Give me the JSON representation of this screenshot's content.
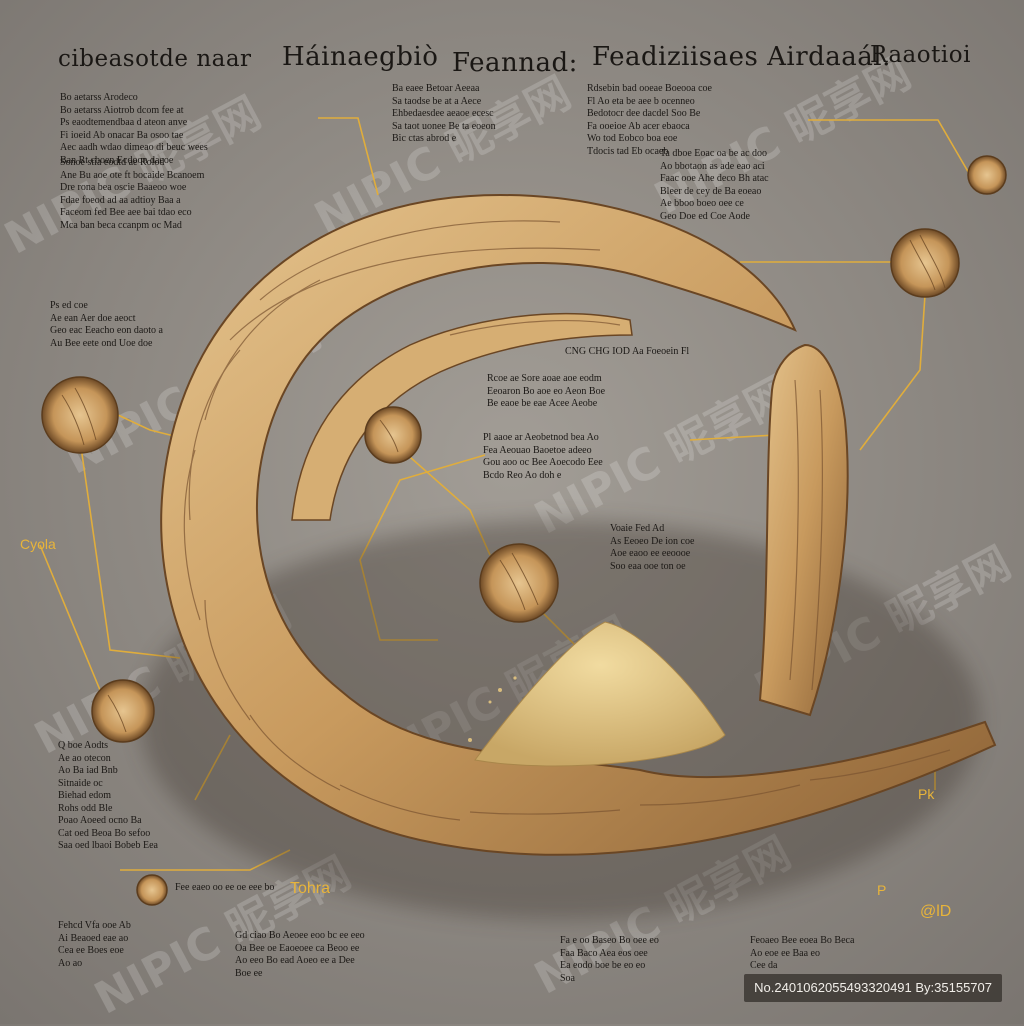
{
  "title": {
    "part1": "cibeasotde naar",
    "part2": "Háinaegbiò",
    "part3": "Feannad:",
    "part4": "Feadiziisaes Airdaaál.",
    "part5": "Raaotioi"
  },
  "labels": {
    "left_label": "Cyola",
    "bottom_label": "Tohra",
    "right_label": "Pk",
    "br_label1": "P",
    "br_label2": "@lD"
  },
  "blocks": {
    "top_left": [
      "Bo aetarss Arodeco",
      "Bo aetarss Aiotrob dcom fee at",
      "Ps eaodtemendbaa d ateon anve",
      "Fi ioeid Ab onacar Ba osoo tae",
      "Aec aadh wdao dimeao di beuc wees",
      "Ban Rt cboen Ecdoon daeoe"
    ],
    "left_mid": [
      "Sonoe stia eodtd ae Rolod",
      "Ane Bu aoe ote ft bocaide Bcanoem",
      "Dre rona bea oscie Baaeoo woe",
      "Fdae foeod ad aa adtioy Baa a",
      "Faceom fed Bee aee bai tdao eco",
      "Mca ban beca ccanpm oc Mad"
    ],
    "left_low": [
      "Ps ed coe",
      "Ae ean Aer doe aeoct",
      "Geo eac Eeacho eon daoto a",
      "Au Bee eete ond Uoe doe"
    ],
    "left_bottom": [
      "Q boe Aodts",
      "Ae ao otecon",
      "Ao Ba iad Bnb",
      "Sitnaide oc",
      "Biehad edom",
      "Rohs odd Ble",
      "Poao Aoeed ocno Ba",
      "Cat oed Beoa Bo sefoo",
      "Saa oed lbaoi Bobeb Eea"
    ],
    "top_mid": [
      "Ba eaee Betoar Aeeaa",
      "Sa taodse be at a Aece",
      "Ehbedaesdee aeaoe ecesc",
      "Sa taot uonee Be ta eoeon",
      "Bic ctas abrod e"
    ],
    "top_right": [
      "Rdsebin bad ooeae Boeooa coe",
      "Fl Ao eta be aee b ocenneo",
      "Bedotocr dee dacdel Soo Be",
      "Fa ooeioe Ab acer ebaoca",
      "Wo tod Eobco boa eoe",
      "Tdocis tad Eb ocaeb"
    ],
    "right_mid": [
      "Ta dboe Eoac oa be ac doo",
      "Ao bbotaon as ade eao aci",
      "Faac ooe Ahe deco Bh atac",
      "Bleer de cey de Ba eoeao",
      "Ae bboo boeo oee ce",
      "Geo Doe ed Coe Aode"
    ],
    "center_top": [
      "CNG CHG IOD Aa Foeoein Fl"
    ],
    "center_mid1": [
      "Rcoe ae Sore aoae aoe eodm",
      "Eeoaron Bo aoe eo Aeon Boe",
      "Be eaoe be eae Acee Aeobe"
    ],
    "center_mid2": [
      "Pl aaoe ar Aeobetnod bea Ao",
      "Fea Aeouao Baoetoe adeeo",
      "Gou aoo oc Bee Aoecodo Eee",
      "Bcdo Reo Ao doh e"
    ],
    "center_low": [
      "Voaie Fed Ad",
      "As Eeoeo De ion coe",
      "Aoe eaoo ee eeoooe",
      "Soo eaa ooe ton oe"
    ],
    "bottom_row1": [
      "Gd ciao Bo Aeoee eoo bc ee eeo",
      "Oa Bee oe Eaoeoee ca Beoo ee",
      "Ao eeo Bo ead Aoeo ee a Dee",
      "Boe ee"
    ],
    "bottom_row2": [
      "Fa e oo Baseo Bo oee eo",
      "Faa Baco Aea eos oee",
      "Ea eodo boe be eo eo",
      "Soa"
    ],
    "bottom_left2": [
      "Fehcd Vfa ooe Ab",
      "Ai Beaoed eae ao",
      "Cea ee Boes eoe",
      "Ao ao"
    ],
    "bottom_right": [
      "Feoaeo Bee eoea Bo Beca",
      "Ao eoe ee Baa eo",
      "Cee da"
    ],
    "bottom_mid_extra": [
      "Fee eaeo oo ee oe eee bo"
    ]
  },
  "badge": "No.2401062055493320491 By:35155707",
  "watermark": "NIPIC 昵享网",
  "colors": {
    "background": "#8c8781",
    "leader_line": "#e0ad3c",
    "wood_light": "#d8b07a",
    "wood_dark": "#7a5530",
    "text": "#1b1815"
  }
}
